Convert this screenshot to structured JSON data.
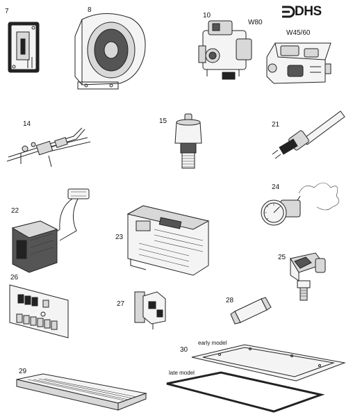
{
  "brand": {
    "logo_text": "DHS"
  },
  "parts": [
    {
      "id": "part-7",
      "label": "7"
    },
    {
      "id": "part-8",
      "label": "8"
    },
    {
      "id": "part-10",
      "label": "10"
    },
    {
      "id": "part-14",
      "label": "14"
    },
    {
      "id": "part-15",
      "label": "15"
    },
    {
      "id": "part-21",
      "label": "21"
    },
    {
      "id": "part-22",
      "label": "22"
    },
    {
      "id": "part-23",
      "label": "23"
    },
    {
      "id": "part-24",
      "label": "24"
    },
    {
      "id": "part-25",
      "label": "25"
    },
    {
      "id": "part-26",
      "label": "26"
    },
    {
      "id": "part-27",
      "label": "27"
    },
    {
      "id": "part-28",
      "label": "28"
    },
    {
      "id": "part-29",
      "label": "29"
    },
    {
      "id": "part-30",
      "label": "30"
    }
  ],
  "annotations": {
    "w80": "W80",
    "w4560": "W45/60",
    "early_model": "early model",
    "late_model": "late model"
  }
}
